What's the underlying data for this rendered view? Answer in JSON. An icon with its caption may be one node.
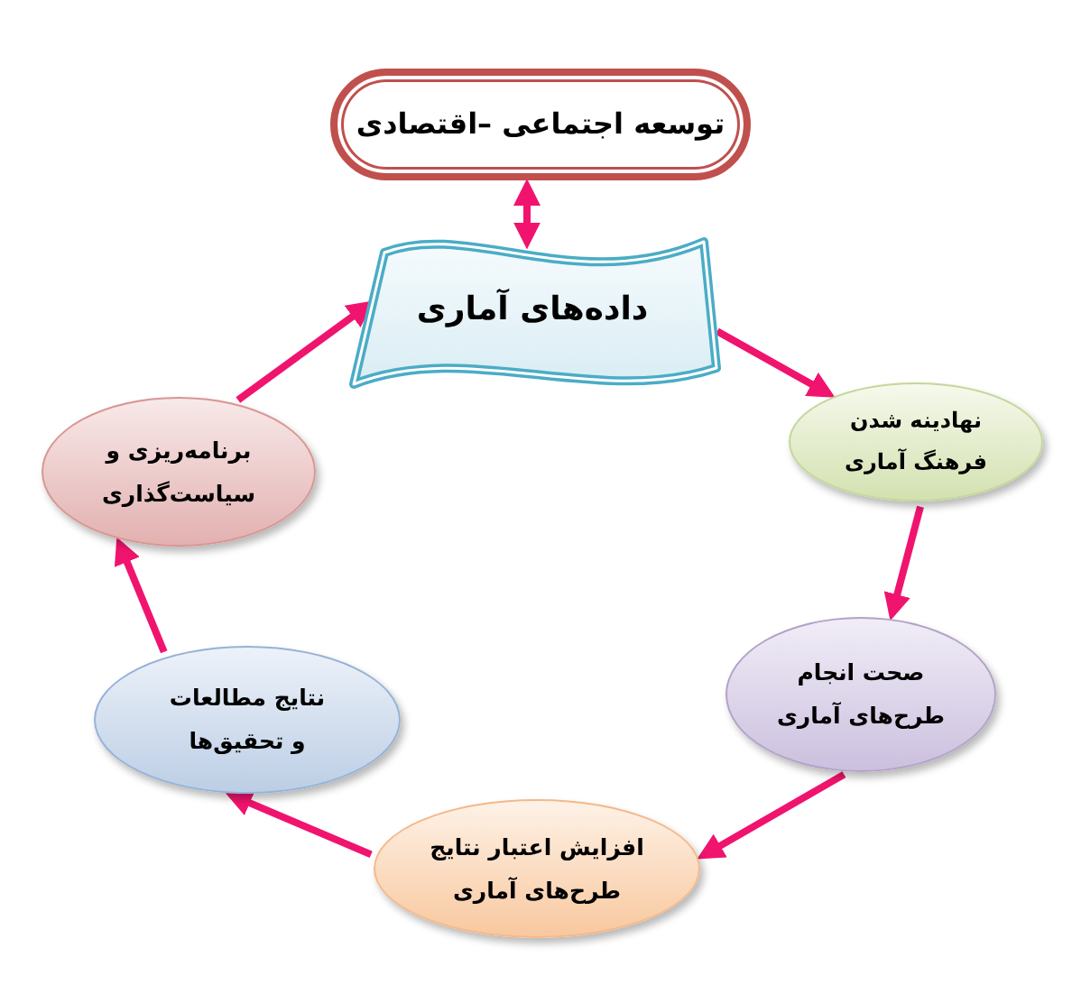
{
  "diagram": {
    "nodes": [
      {
        "text": [
          "توسعه اجتماعی –اقتصادی"
        ]
      },
      {
        "text": [
          "داده‌های آماری"
        ]
      },
      {
        "text": [
          "نهادینه شدن فرهنگ آماری"
        ]
      },
      {
        "text": [
          "صحت انجام طرح‌های آماری"
        ]
      },
      {
        "text": [
          "افزایش اعتبار نتایج طرح‌های آماری"
        ]
      },
      {
        "text": [
          "نتایج مطالعات و تحقیق‌ها"
        ]
      },
      {
        "text": [
          "برنامه‌ریزی و سیاست‌گذاری"
        ]
      }
    ],
    "edges": [
      {
        "from": 0,
        "to": 1,
        "arrow": "both"
      },
      {
        "from": 1,
        "to": 2,
        "arrow": "to"
      },
      {
        "from": 2,
        "to": 3,
        "arrow": "to"
      },
      {
        "from": 3,
        "to": 4,
        "arrow": "to"
      },
      {
        "from": 4,
        "to": 5,
        "arrow": "to"
      },
      {
        "from": 5,
        "to": 6,
        "arrow": "to"
      },
      {
        "from": 6,
        "to": 1,
        "arrow": "to"
      }
    ]
  }
}
